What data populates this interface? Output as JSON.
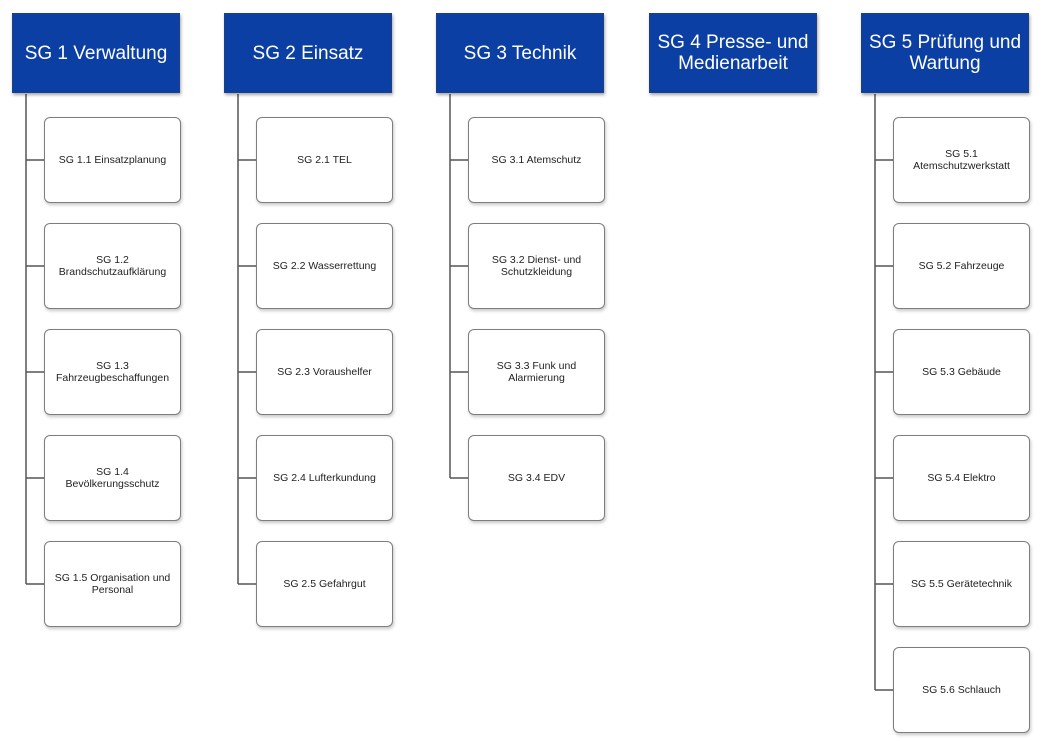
{
  "colors": {
    "header_fill": "#0b3fa4",
    "header_text": "#ffffff",
    "child_border": "#7d7d7d",
    "connector": "#555555"
  },
  "groups": [
    {
      "title": "SG 1 Verwaltung",
      "children": [
        "SG 1.1 Einsatzplanung",
        "SG 1.2 Brandschutzaufklärung",
        "SG 1.3 Fahrzeugbeschaffungen",
        "SG 1.4 Bevölkerungsschutz",
        "SG 1.5 Organisation und Personal"
      ]
    },
    {
      "title": "SG 2 Einsatz",
      "children": [
        "SG 2.1 TEL",
        "SG 2.2 Wasserrettung",
        "SG 2.3 Voraushelfer",
        "SG 2.4 Lufterkundung",
        "SG 2.5 Gefahrgut"
      ]
    },
    {
      "title": "SG 3 Technik",
      "children": [
        "SG 3.1 Atemschutz",
        "SG 3.2 Dienst- und Schutzkleidung",
        "SG 3.3 Funk und Alarmierung",
        "SG 3.4 EDV"
      ]
    },
    {
      "title": "SG 4 Presse- und Medienarbeit",
      "children": []
    },
    {
      "title": "SG 5 Prüfung und Wartung",
      "children": [
        "SG 5.1 Atemschutzwerkstatt",
        "SG 5.2 Fahrzeuge",
        "SG 5.3 Gebäude",
        "SG 5.4 Elektro",
        "SG 5.5 Gerätetechnik",
        "SG 5.6 Schlauch"
      ]
    }
  ]
}
